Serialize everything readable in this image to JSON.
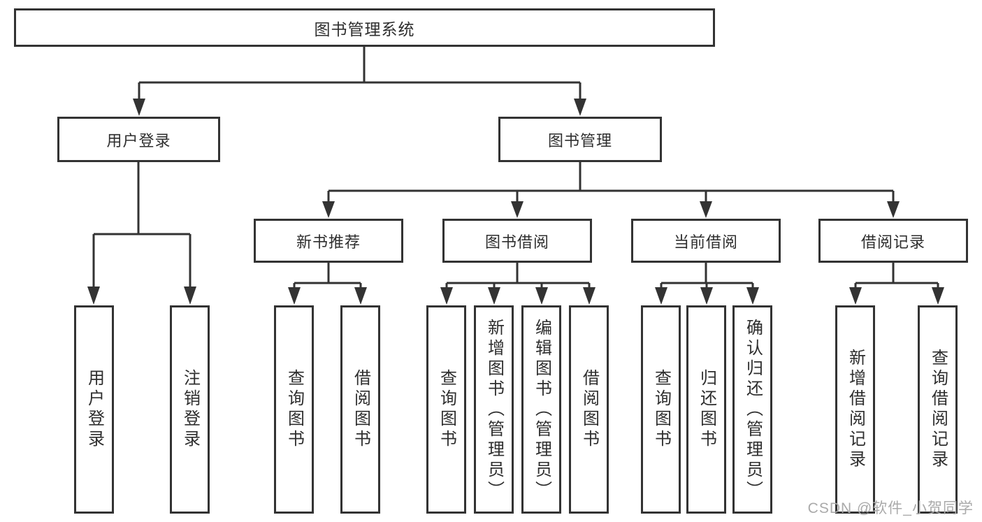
{
  "diagram": {
    "title": "图书管理系统",
    "root": {
      "label": "图书管理系统"
    },
    "level2": {
      "user_login": {
        "label": "用户登录"
      },
      "book_management": {
        "label": "图书管理"
      }
    },
    "level3": {
      "new_books": {
        "label": "新书推荐"
      },
      "book_borrow": {
        "label": "图书借阅"
      },
      "current_borrow": {
        "label": "当前借阅"
      },
      "borrow_records": {
        "label": "借阅记录"
      }
    },
    "leaves": {
      "user_login": [
        "用户登录",
        "注销登录"
      ],
      "new_books": [
        "查询图书",
        "借阅图书"
      ],
      "book_borrow": [
        "查询图书",
        "新增图书（管理员）",
        "编辑图书（管理员）",
        "借阅图书"
      ],
      "current_borrow": [
        "查询图书",
        "归还图书",
        "确认归还（管理员）"
      ],
      "borrow_records": [
        "新增借阅记录",
        "查询借阅记录"
      ]
    }
  },
  "watermark": {
    "text": "CSDN @软件_小贺同学"
  },
  "colors": {
    "line": "#333333",
    "box_border": "#333333",
    "text": "#2e2e2e",
    "watermark": "#aaaaaa",
    "background": "#ffffff"
  }
}
